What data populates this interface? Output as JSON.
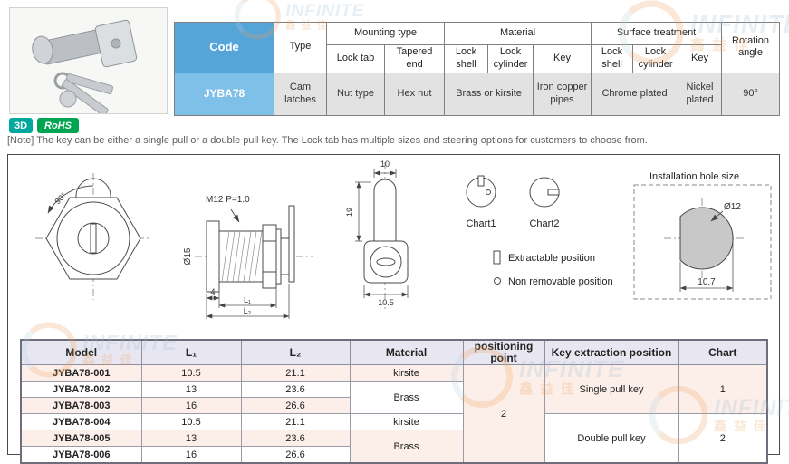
{
  "badges": {
    "threed": "3D",
    "rohs": "RoHS"
  },
  "note": "[Note] The key can be either a single pull or a double pull key. The Lock tab has multiple sizes and steering options for customers to choose from.",
  "spec_table": {
    "code_header": "Code",
    "type_header": "Type",
    "mounting_header": "Mounting type",
    "lock_tab": "Lock tab",
    "tapered_end": "Tapered end",
    "material_header": "Material",
    "mat_lock_shell": "Lock shell",
    "mat_lock_cylinder": "Lock cylinder",
    "mat_key": "Key",
    "surface_header": "Surface treatment",
    "surf_lock_shell": "Lock shell",
    "surf_lock_cylinder": "Lock cylinder",
    "surf_key": "Key",
    "rotation_header": "Rotation angle",
    "row": {
      "code": "JYBA78",
      "type": "Cam latches",
      "lock_tab": "Nut type",
      "tapered_end": "Hex nut",
      "material_shell": "Brass or kirsite",
      "material_key": "Iron copper pipes",
      "surface_shell": "Chrome plated",
      "surface_key": "Nickel plated",
      "rotation": "90°"
    }
  },
  "diagram": {
    "angle": "90°",
    "thread": "M12  P=1.0",
    "dia15": "Ø15",
    "dim4": "4",
    "l1": "L₁",
    "l2": "L₂",
    "dim10": "10",
    "dim19": "19",
    "dim10_5": "10.5",
    "chart1": "Chart1",
    "chart2": "Chart2",
    "legend_extractable": "Extractable position",
    "legend_nonremovable": "Non removable position",
    "install_title": "Installation hole size",
    "dia12": "Ø12",
    "dim10_7": "10.7"
  },
  "model_table": {
    "headers": [
      "Model",
      "L₁",
      "L₂",
      "Material",
      "positioning point",
      "Key extraction position",
      "Chart"
    ],
    "rows": [
      {
        "model": "JYBA78-001",
        "l1": "10.5",
        "l2": "21.1",
        "material": "kirsite"
      },
      {
        "model": "JYBA78-002",
        "l1": "13",
        "l2": "23.6"
      },
      {
        "model": "JYBA78-003",
        "l1": "16",
        "l2": "26.6"
      },
      {
        "model": "JYBA78-004",
        "l1": "10.5",
        "l2": "21.1",
        "material": "kirsite"
      },
      {
        "model": "JYBA78-005",
        "l1": "13",
        "l2": "23.6"
      },
      {
        "model": "JYBA78-006",
        "l1": "16",
        "l2": "26.6"
      }
    ],
    "brass": "Brass",
    "positioning": "2",
    "single_pull": "Single pull key",
    "double_pull": "Double pull key",
    "chart_a": "1",
    "chart_b": "2"
  },
  "watermark": {
    "brand": "INFINITE",
    "brand_cn": "鑫益佳"
  }
}
